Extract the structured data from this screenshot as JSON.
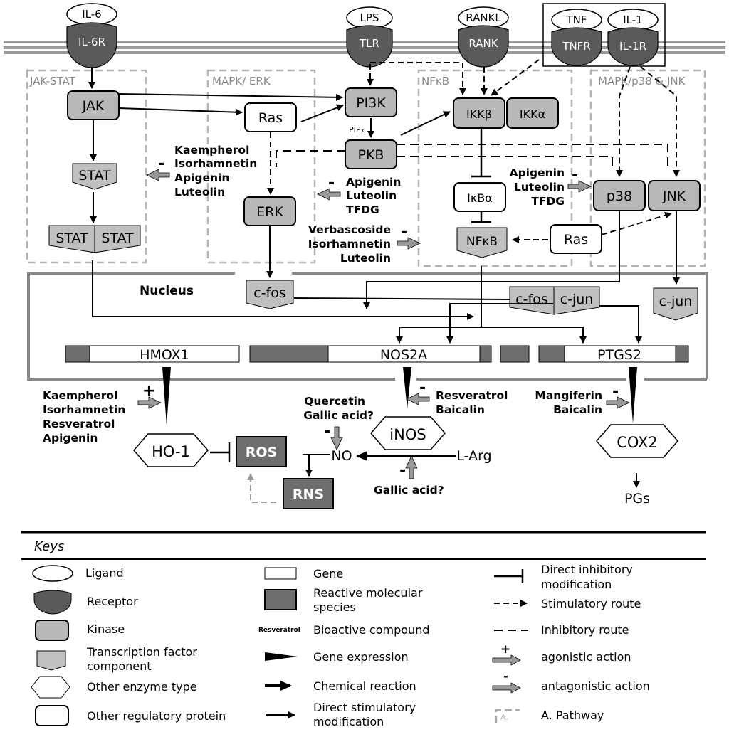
{
  "ligands": {
    "il6": "IL-6",
    "lps": "LPS",
    "rankl": "RANKL",
    "tnf": "TNF",
    "il1": "IL-1"
  },
  "receptors": {
    "il6r": "IL-6R",
    "tlr": "TLR",
    "rank": "RANK",
    "tnfr": "TNFR",
    "il1r": "IL-1R"
  },
  "pathways": {
    "jakstat": "JAK-STAT",
    "mapkerk": "MAPK/ ERK",
    "nfkb": "NFκB",
    "mapkp38": "MAPK/p38 & JNK"
  },
  "nodes": {
    "jak": "JAK",
    "stat": "STAT",
    "stat2a": "STAT",
    "stat2b": "STAT",
    "ras1": "Ras",
    "erk": "ERK",
    "pi3k": "PI3K",
    "pip3": "PIP₃",
    "pkb": "PKB",
    "ikkb": "IKKβ",
    "ikka": "IKKα",
    "ikba": "IκBα",
    "nfkb": "NFκB",
    "ras2": "Ras",
    "p38": "p38",
    "jnk": "JNK",
    "cfos1": "c-fos",
    "cfos2": "c-fos",
    "cjun1": "c-jun",
    "cjun2": "c-jun",
    "nucleus": "Nucleus",
    "hmox1": "HMOX1",
    "nos2a": "NOS2A",
    "ptgs2": "PTGS2",
    "ho1": "HO-1",
    "ros": "ROS",
    "rns": "RNS",
    "no": "NO",
    "inos": "iNOS",
    "larg": "L-Arg",
    "cox2": "COX2",
    "pgs": "PGs"
  },
  "compounds": {
    "c1": [
      "Kaempherol",
      "Isorhamnetin",
      "Apigenin",
      "Luteolin"
    ],
    "c2": [
      "Apigenin",
      "Luteolin",
      "TFDG"
    ],
    "c3": [
      "Verbascoside",
      "Isorhamnetin",
      "Luteolin"
    ],
    "c4": [
      "Apigenin",
      "Luteolin",
      "TFDG"
    ],
    "c5": [
      "Kaempherol",
      "Isorhamnetin",
      "Resveratrol",
      "Apigenin"
    ],
    "c6": [
      "Quercetin",
      "Gallic acid?"
    ],
    "c7": [
      "Resveratrol",
      "Baicalin"
    ],
    "c8": [
      "Gallic acid?"
    ],
    "c9": [
      "Mangiferin",
      "Baicalin"
    ]
  },
  "signs": {
    "minus": "-",
    "plus": "+"
  },
  "keys": {
    "title": "Keys",
    "ligand": "Ligand",
    "receptor": "Receptor",
    "kinase": "Kinase",
    "tf1": "Transcription factor",
    "tf2": "component",
    "enzyme": "Other enzyme type",
    "regprot": "Other regulatory protein",
    "gene": "Gene",
    "rms1": "Reactive molecular",
    "rms2": "species",
    "bio_sample": "Resveratrol",
    "bio": "Bioactive compound",
    "geneexp": "Gene expression",
    "chemrx": "Chemical reaction",
    "dstim1": "Direct stimulatory",
    "dstim2": "modification",
    "dinh1": "Direct inhibitory",
    "dinh2": "modification",
    "stimroute": "Stimulatory route",
    "inhroute": "Inhibitory route",
    "agon": "agonistic action",
    "antagon": "antagonistic action",
    "apath_sample": "A.",
    "apath": "A. Pathway"
  },
  "colors": {
    "kinase": "#b8b8b8",
    "reactive": "#6e6e6e",
    "receptor": "#5a5a5a",
    "tf": "#c0c0c0",
    "dash_box": "#b4b4b4"
  }
}
